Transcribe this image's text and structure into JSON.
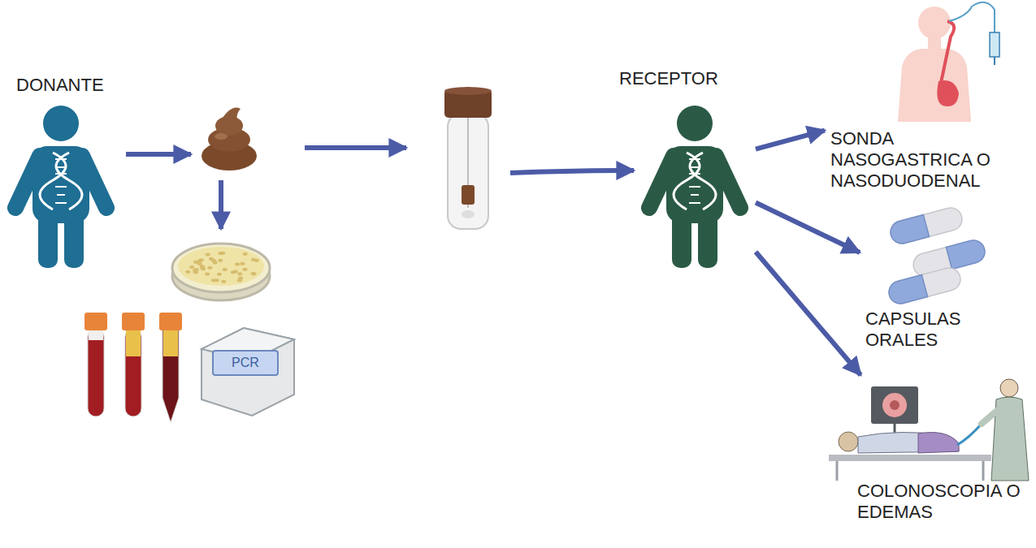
{
  "diagram": {
    "nodes": [
      {
        "text": [
          "DONANTE"
        ]
      },
      {
        "text": [
          "RECEPTOR"
        ]
      },
      {
        "text": [
          "SONDA NASOGASTRICA O NASODUODENAL"
        ]
      },
      {
        "text": [
          "CAPSULAS ORALES"
        ]
      },
      {
        "text": [
          "COLONOSCOPIA O EDEMAS"
        ]
      }
    ],
    "edges": [
      {
        "from": 1,
        "to": 2,
        "arrow": "to"
      },
      {
        "from": 1,
        "to": 3,
        "arrow": "to"
      },
      {
        "from": 1,
        "to": 4,
        "arrow": "to"
      }
    ],
    "labels": [
      "PCR"
    ]
  }
}
